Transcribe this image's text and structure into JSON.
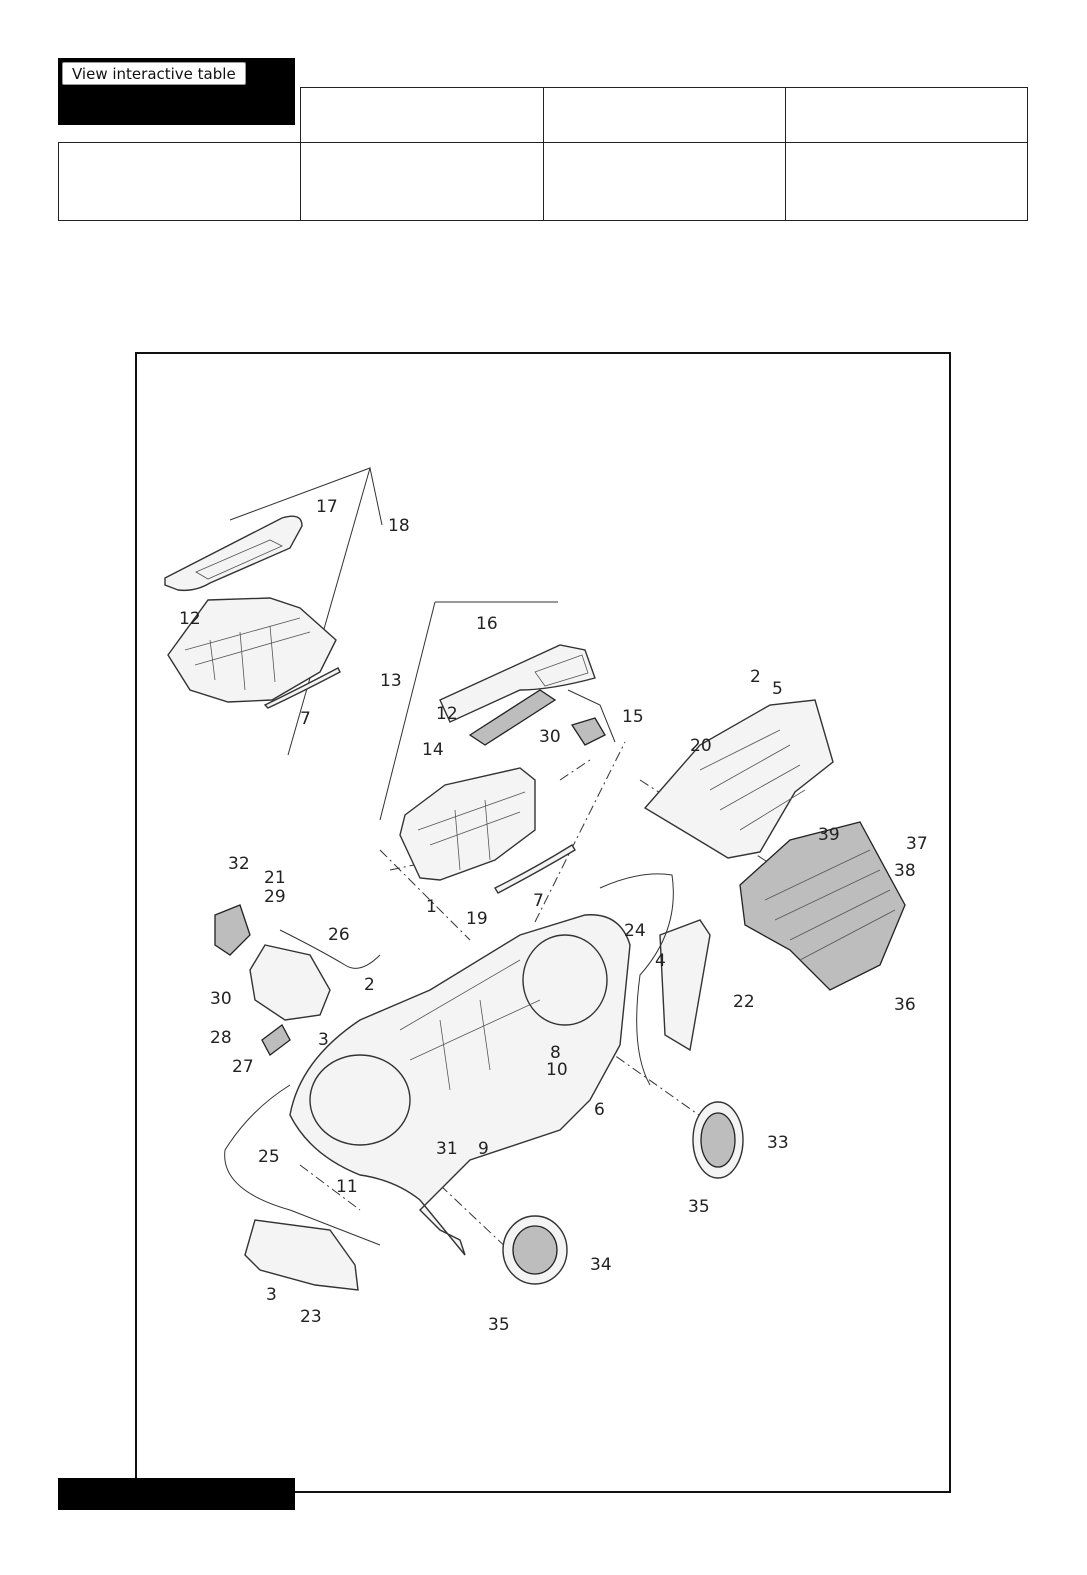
{
  "toolbar": {
    "view_table_label": "View interactive table"
  },
  "table": {
    "rows": [
      [
        "",
        "",
        "",
        ""
      ],
      [
        "",
        "",
        "",
        ""
      ]
    ]
  },
  "diagram": {
    "callouts": {
      "c1": "1",
      "c2a": "2",
      "c2b": "2",
      "c3a": "3",
      "c3b": "3",
      "c4": "4",
      "c5": "5",
      "c6": "6",
      "c7a": "7",
      "c7b": "7",
      "c8": "8",
      "c9": "9",
      "c10": "10",
      "c11": "11",
      "c12a": "12",
      "c12b": "12",
      "c13": "13",
      "c14": "14",
      "c15": "15",
      "c16": "16",
      "c17": "17",
      "c18": "18",
      "c19": "19",
      "c20": "20",
      "c21": "21",
      "c22": "22",
      "c23": "23",
      "c24": "24",
      "c25": "25",
      "c26": "26",
      "c27": "27",
      "c28": "28",
      "c29": "29",
      "c30a": "30",
      "c30b": "30",
      "c31": "31",
      "c32": "32",
      "c33": "33",
      "c34": "34",
      "c35a": "35",
      "c35b": "35",
      "c36": "36",
      "c37": "37",
      "c38": "38",
      "c39": "39"
    }
  }
}
